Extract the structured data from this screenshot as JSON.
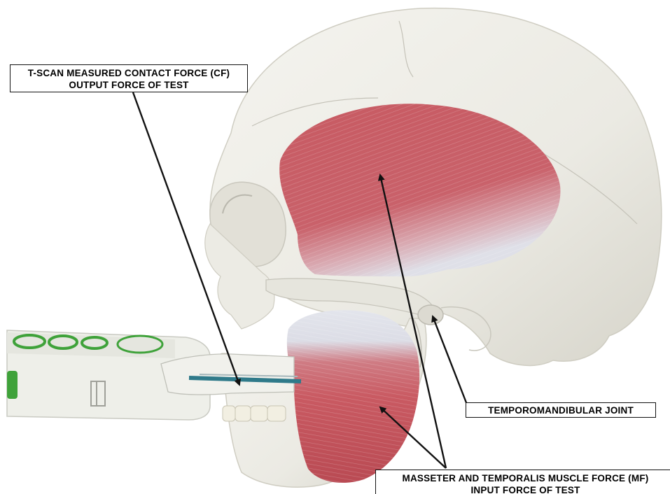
{
  "labels": {
    "contact_force": {
      "line1": "T-SCAN MEASURED CONTACT FORCE (CF)",
      "line2": "OUTPUT FORCE OF TEST"
    },
    "tmj": {
      "line1": "TEMPOROMANDIBULAR JOINT"
    },
    "muscle_force": {
      "line1": "MASSETER AND TEMPORALIS MUSCLE FORCE (MF)",
      "line2": "INPUT FORCE OF TEST"
    }
  },
  "colors": {
    "background": "#ffffff",
    "bone": "#ecebe4",
    "bone_shadow": "#c9c7bd",
    "muscle": "#c9595f",
    "muscle_dark": "#a83f48",
    "tendon": "#d9dbe3",
    "device_body": "#eeefe9",
    "device_green": "#3fa23a",
    "arrow": "#111111"
  },
  "icons": {
    "skull": "skull-illustration",
    "temporalis": "temporalis-muscle",
    "masseter": "masseter-muscle",
    "device": "tscan-handle"
  }
}
